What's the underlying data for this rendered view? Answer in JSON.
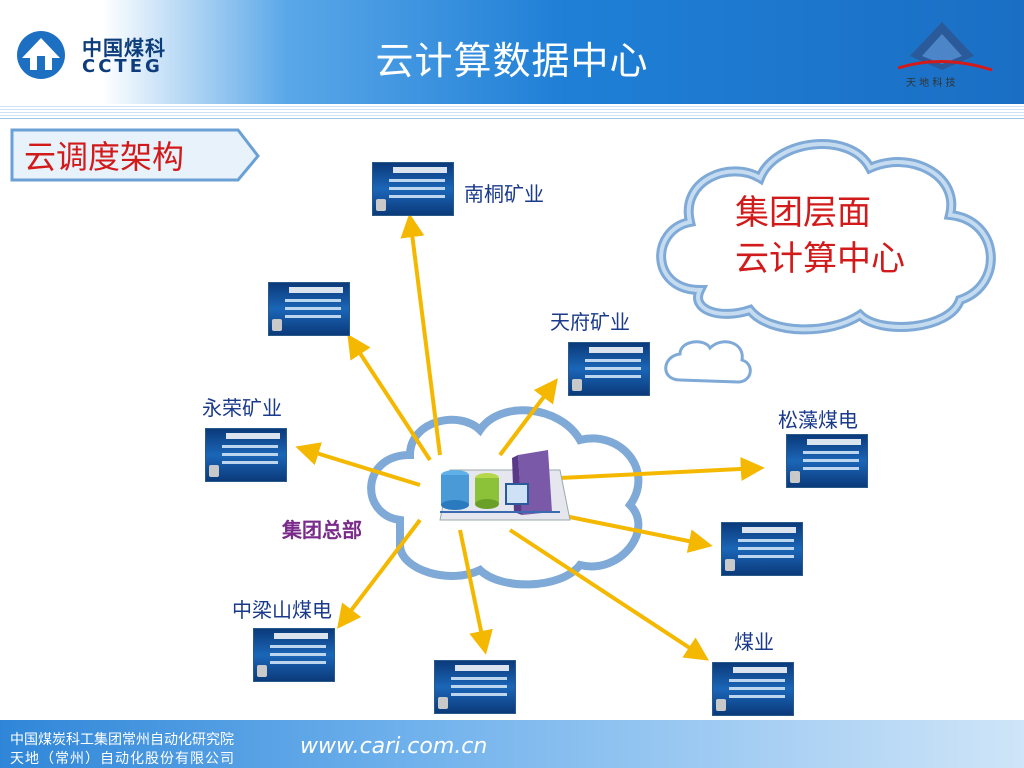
{
  "header": {
    "title": "云计算数据中心",
    "logo_cn": "中国煤科",
    "logo_en": "CCTEG",
    "corner_logo_text": "天 地 科 技"
  },
  "section_tag": "云调度架构",
  "cloud": {
    "line1": "集团层面",
    "line2": "云计算中心"
  },
  "nodes": {
    "center": "集团总部",
    "nantong": "南桐矿业",
    "tianfu": "天府矿业",
    "yongrong": "永荣矿业",
    "songzao": "松藻煤电",
    "zhongliangshan": "中梁山煤电",
    "meiye": "煤业"
  },
  "footer": {
    "line1": "中国煤炭科工集团常州自动化研究院",
    "line2": "天地（常州）自动化股份有限公司",
    "url": "www.cari.com.cn"
  },
  "colors": {
    "arrow": "#f5b800",
    "title_red": "#d21a1a",
    "label_blue": "#1a3a8c",
    "hq_purple": "#7a2a8a"
  }
}
